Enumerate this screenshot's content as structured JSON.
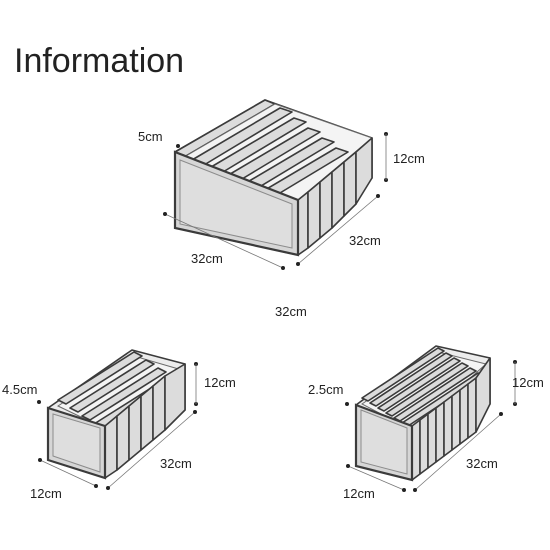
{
  "title": "Information",
  "organizer_large": {
    "compartment_width": "5cm",
    "height": "12cm",
    "depth": "32cm",
    "width": "32cm",
    "total_width": "32cm"
  },
  "organizer_medium": {
    "compartment_width": "4.5cm",
    "height": "12cm",
    "depth": "32cm",
    "width": "12cm"
  },
  "organizer_small": {
    "compartment_width": "2.5cm",
    "height": "12cm",
    "depth": "32cm",
    "width": "12cm"
  }
}
